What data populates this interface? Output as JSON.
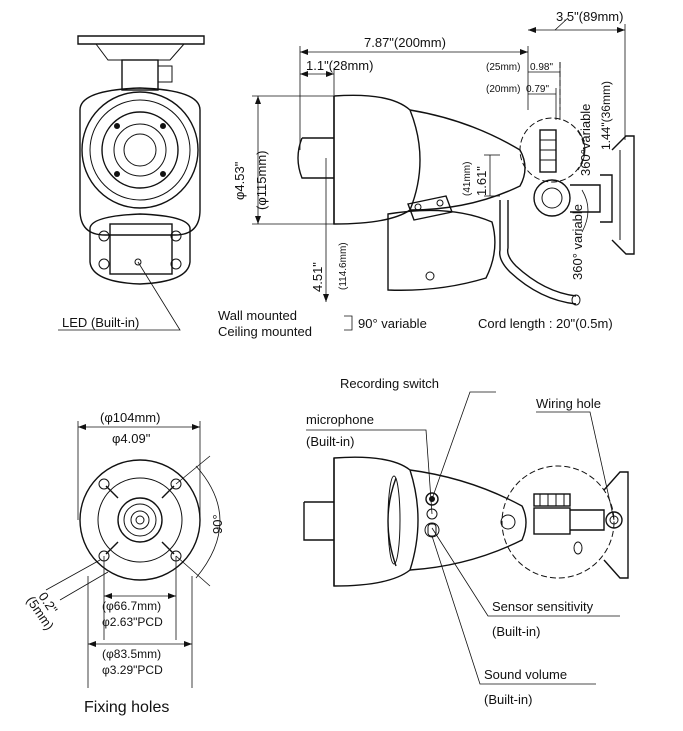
{
  "top": {
    "dim_length": "7.87\"(200mm)",
    "dim_bracket": "3.5\"(89mm)",
    "dim_front": "1.1\"(28mm)",
    "dim_25": "(25mm)",
    "dim_098": "0.98\"",
    "dim_20": "(20mm)",
    "dim_079": "0.79\"",
    "dim_diam_in": "φ4.53\"",
    "dim_diam_mm": "(φ115mm)",
    "dim_41": "(41mm)",
    "dim_161": "1.61\"",
    "dim_451": "4.51\"",
    "dim_1146": "(114.6mm)",
    "rot_360_a": "360°variable",
    "rot_144": "1.44\"(36mm)",
    "rot_360_b": "360° variable",
    "led_label": "LED (Built-in)",
    "wall_mounted": "Wall mounted",
    "ceiling_mounted": "Ceiling mounted",
    "tilt_label": "90° variable",
    "cord_label": "Cord length : 20\"(0.5m)"
  },
  "bottom": {
    "dim_104": "(φ104mm)",
    "dim_409": "φ4.09\"",
    "angle_90": "90°",
    "dim_02": "0.2\"",
    "dim_5mm": "(5mm)",
    "pcd1_mm": "(φ66.7mm)",
    "pcd1_in": "φ2.63\"PCD",
    "pcd2_mm": "(φ83.5mm)",
    "pcd2_in": "φ3.29\"PCD",
    "fixing_holes": "Fixing holes",
    "recording_switch": "Recording switch",
    "microphone": "microphone",
    "built_in_1": "(Built-in)",
    "wiring_hole": "Wiring hole",
    "sensor_sensitivity": "Sensor sensitivity",
    "built_in_2": "(Built-in)",
    "sound_volume": "Sound volume",
    "built_in_3": "(Built-in)"
  }
}
